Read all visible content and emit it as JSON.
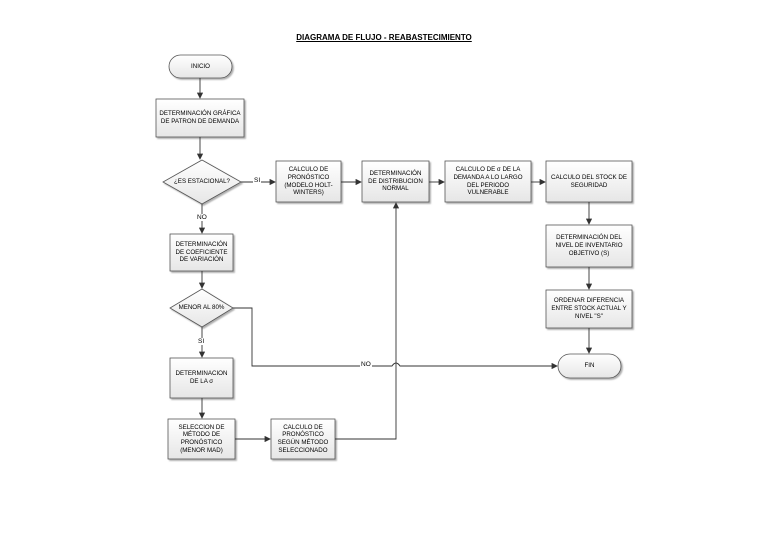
{
  "title": "DIAGRAMA DE FLUJO - REABASTECIMIENTO",
  "nodes": {
    "inicio": "INICIO",
    "patron": "DETERMINACIÓN GRÁFICA DE PATRON DE DEMANDA",
    "estacional": "¿ES ESTACIONAL?",
    "coeficiente": "DETERMINACIÓN DE COEFICIENTE DE VARIACIÓN",
    "menor80": "MENOR AL 80%",
    "det_sigma": "DETERMINACION DE LA σ",
    "seleccion": "SELECCION DE MÉTODO DE PRONÓSTICO (MENOR MAD)",
    "calc_metodo": "CALCULO DE PRONÓSTICO SEGÚN MÉTODO SELECCIONADO",
    "calc_holt": "CALCULO DE PRONÓSTICO (MODELO HOLT-WINTERS)",
    "distribucion": "DETERMINACIÓN DE DISTRIBUCION NORMAL",
    "calc_sigma": "CALCULO DE σ DE LA DEMANDA A LO LARGO DEL PERIODO VULNERABLE",
    "stock_seg": "CALCULO DEL STOCK DE SEGURIDAD",
    "nivel_obj": "DETERMINACIÓN DEL NIVEL DE INVENTARIO OBJETIVO (S)",
    "ordenar": "ORDENAR DIFERENCIA ENTRE STOCK ACTUAL Y NIVEL \"S\"",
    "fin": "FIN"
  },
  "labels": {
    "si_1": "SI",
    "no_1": "NO",
    "si_2": "SI",
    "no_2": "NO"
  }
}
